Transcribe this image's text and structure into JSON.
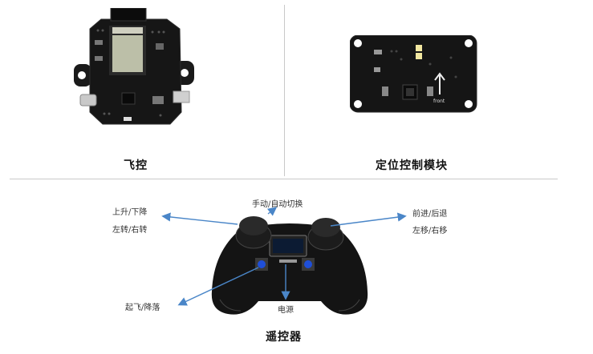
{
  "flight_controller": {
    "caption": "飞控"
  },
  "positioning_module": {
    "caption": "定位控制模块",
    "board_text": "front"
  },
  "remote_controller": {
    "caption": "遥控器",
    "labels": {
      "up_down": "上升/下降",
      "turn": "左转/右转",
      "mode": "手动/自动切换",
      "forward_back": "前进/后退",
      "shift": "左移/右移",
      "takeoff_land": "起飞/降落",
      "power": "电源"
    }
  },
  "colors": {
    "arrow": "#4a86c8",
    "board": "#151515",
    "divider": "#c9c9c9",
    "button": "#1f4fd8"
  }
}
